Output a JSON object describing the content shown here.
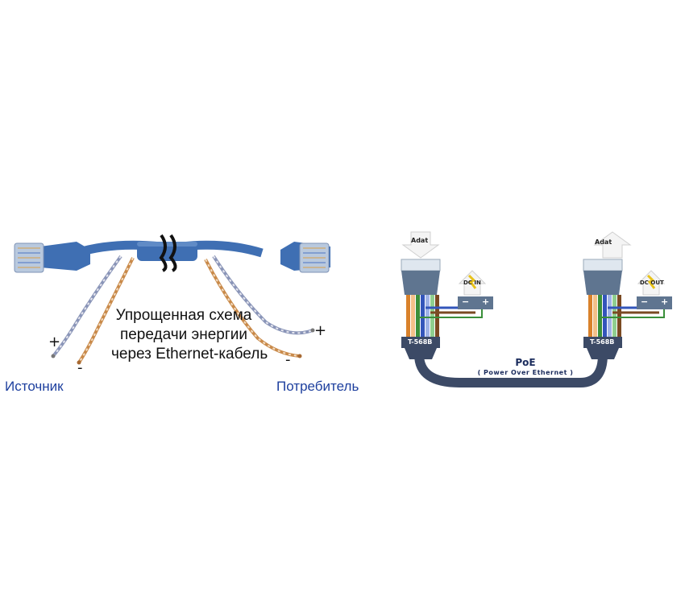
{
  "left_diagram": {
    "caption": [
      "Упрощенная схема",
      "передачи энергии",
      "через Ethernet-кабель"
    ],
    "source_label": "Источник",
    "consumer_label": "Потребитель",
    "plus": "+",
    "minus": "-"
  },
  "right_diagram": {
    "title": "PoE",
    "subtitle": "( Power Over Ethernet )",
    "left_arrow": "Adat",
    "right_arrow": "Adat",
    "left_standard": "T-568B",
    "right_standard": "T-568B",
    "dc_in": "DC IN",
    "dc_out": "DC OUT",
    "minus": "−",
    "plus": "+"
  },
  "colors": {
    "cable_blue": "#3f6fb3",
    "plug_clear": "#b9c9de",
    "label_blue": "#1d3f9e",
    "cable_dark": "#3c4a66",
    "wire_orange": "#d9822b",
    "wire_green": "#3a8f3a",
    "wire_blue": "#3355bb",
    "wire_brown": "#7a4a22"
  }
}
